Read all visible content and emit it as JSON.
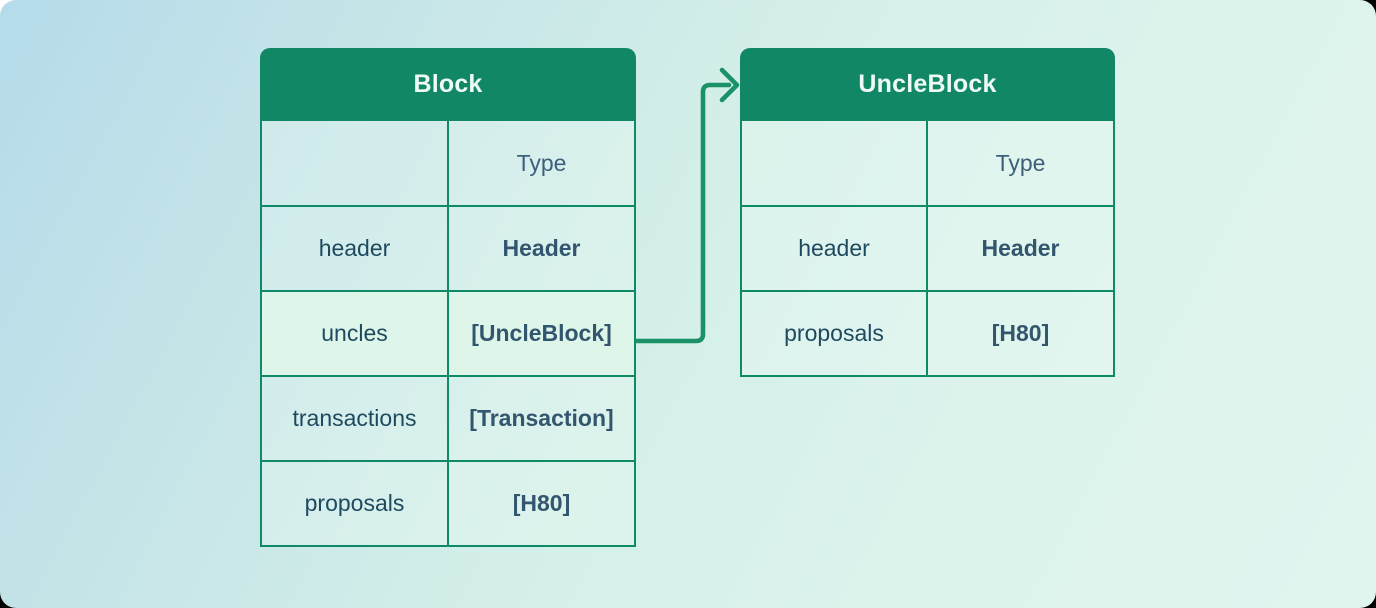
{
  "colors": {
    "header-bg": "#128766",
    "border": "#0f8a66",
    "arrow": "#1b9168",
    "row-highlight": "#def6ea",
    "text": "#1e4a5f",
    "value-text": "#33566f",
    "title-text": "#eefaf6"
  },
  "tables": [
    {
      "title": "Block",
      "type_column_header": "Type",
      "rows": [
        {
          "name": "header",
          "type": "Header"
        },
        {
          "name": "uncles",
          "type": "[UncleBlock]",
          "highlighted": true
        },
        {
          "name": "transactions",
          "type": "[Transaction]"
        },
        {
          "name": "proposals",
          "type": "[H80]"
        }
      ]
    },
    {
      "title": "UncleBlock",
      "type_column_header": "Type",
      "rows": [
        {
          "name": "header",
          "type": "Header"
        },
        {
          "name": "proposals",
          "type": "[H80]"
        }
      ]
    }
  ],
  "arrow": {
    "from": "Block.uncles",
    "to": "UncleBlock"
  }
}
